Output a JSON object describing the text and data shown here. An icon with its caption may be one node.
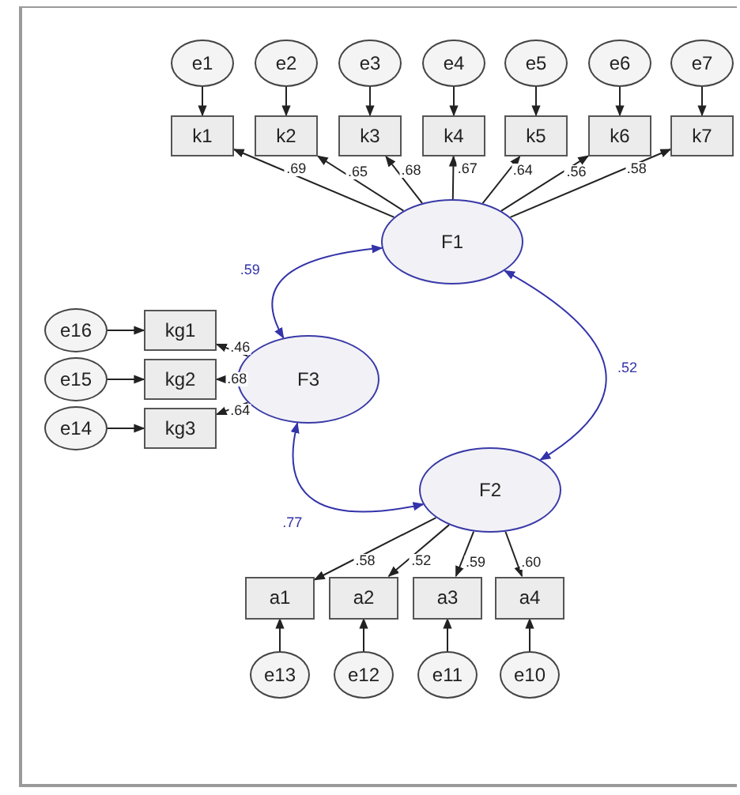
{
  "diagram": {
    "nodes": [
      {
        "text": [
          "e1"
        ]
      },
      {
        "text": [
          "e2"
        ]
      },
      {
        "text": [
          "e3"
        ]
      },
      {
        "text": [
          "e4"
        ]
      },
      {
        "text": [
          "e5"
        ]
      },
      {
        "text": [
          "e6"
        ]
      },
      {
        "text": [
          "e7"
        ]
      },
      {
        "text": [
          "k1"
        ]
      },
      {
        "text": [
          "k2"
        ]
      },
      {
        "text": [
          "k3"
        ]
      },
      {
        "text": [
          "k4"
        ]
      },
      {
        "text": [
          "k5"
        ]
      },
      {
        "text": [
          "k6"
        ]
      },
      {
        "text": [
          "k7"
        ]
      },
      {
        "text": [
          "F1"
        ]
      },
      {
        "text": [
          "e16"
        ]
      },
      {
        "text": [
          "e15"
        ]
      },
      {
        "text": [
          "e14"
        ]
      },
      {
        "text": [
          "kg1"
        ]
      },
      {
        "text": [
          "kg2"
        ]
      },
      {
        "text": [
          "kg3"
        ]
      },
      {
        "text": [
          "F3"
        ]
      },
      {
        "text": [
          "F2"
        ]
      },
      {
        "text": [
          "a1"
        ]
      },
      {
        "text": [
          "a2"
        ]
      },
      {
        "text": [
          "a3"
        ]
      },
      {
        "text": [
          "a4"
        ]
      },
      {
        "text": [
          "e13"
        ]
      },
      {
        "text": [
          "e12"
        ]
      },
      {
        "text": [
          "e11"
        ]
      },
      {
        "text": [
          "e10"
        ]
      }
    ],
    "edges": [
      {
        "from": 0,
        "to": 7,
        "arrow": "to"
      },
      {
        "from": 1,
        "to": 8,
        "arrow": "to"
      },
      {
        "from": 2,
        "to": 9,
        "arrow": "to"
      },
      {
        "from": 3,
        "to": 10,
        "arrow": "to"
      },
      {
        "from": 4,
        "to": 11,
        "arrow": "to"
      },
      {
        "from": 5,
        "to": 12,
        "arrow": "to"
      },
      {
        "from": 6,
        "to": 13,
        "arrow": "to"
      },
      {
        "from": 14,
        "to": 7,
        "arrow": "to",
        "label": ".69"
      },
      {
        "from": 14,
        "to": 8,
        "arrow": "to",
        "label": ".65"
      },
      {
        "from": 14,
        "to": 9,
        "arrow": "to",
        "label": ".68"
      },
      {
        "from": 14,
        "to": 10,
        "arrow": "to",
        "label": ".67"
      },
      {
        "from": 14,
        "to": 11,
        "arrow": "to",
        "label": ".64"
      },
      {
        "from": 14,
        "to": 12,
        "arrow": "to",
        "label": ".56"
      },
      {
        "from": 14,
        "to": 13,
        "arrow": "to",
        "label": ".58"
      },
      {
        "from": 15,
        "to": 18,
        "arrow": "to"
      },
      {
        "from": 16,
        "to": 19,
        "arrow": "to"
      },
      {
        "from": 17,
        "to": 20,
        "arrow": "to"
      },
      {
        "from": 21,
        "to": 18,
        "arrow": "to",
        "label": ".46"
      },
      {
        "from": 21,
        "to": 19,
        "arrow": "to",
        "label": ".68"
      },
      {
        "from": 21,
        "to": 20,
        "arrow": "to",
        "label": ".64"
      },
      {
        "from": 22,
        "to": 23,
        "arrow": "to",
        "label": ".58"
      },
      {
        "from": 22,
        "to": 24,
        "arrow": "to",
        "label": ".52"
      },
      {
        "from": 22,
        "to": 25,
        "arrow": "to",
        "label": ".59"
      },
      {
        "from": 22,
        "to": 26,
        "arrow": "to",
        "label": ".60"
      },
      {
        "from": 27,
        "to": 23,
        "arrow": "to"
      },
      {
        "from": 28,
        "to": 24,
        "arrow": "to"
      },
      {
        "from": 29,
        "to": 25,
        "arrow": "to"
      },
      {
        "from": 30,
        "to": 26,
        "arrow": "to"
      },
      {
        "from": 14,
        "to": 21,
        "arrow": "both",
        "label": ".59",
        "color": "#3333aa"
      },
      {
        "from": 14,
        "to": 22,
        "arrow": "both",
        "label": ".52",
        "color": "#3333aa"
      },
      {
        "from": 21,
        "to": 22,
        "arrow": "both",
        "label": ".77",
        "color": "#3333aa"
      }
    ]
  }
}
